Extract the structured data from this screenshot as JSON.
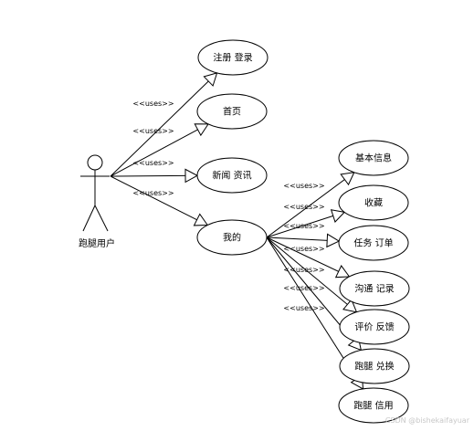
{
  "actor": {
    "label": "跑腿用户"
  },
  "stereotype": "<<uses>>",
  "primary_use_cases": [
    {
      "id": "register_login",
      "label": "注册 登录"
    },
    {
      "id": "home",
      "label": "首页"
    },
    {
      "id": "news",
      "label": "新闻 资讯"
    },
    {
      "id": "mine",
      "label": "我的"
    }
  ],
  "sub_use_cases": [
    {
      "id": "basic_info",
      "label": "基本信息"
    },
    {
      "id": "favorites",
      "label": "收藏"
    },
    {
      "id": "task_orders",
      "label": "任务 订单"
    },
    {
      "id": "chat_records",
      "label": "沟通 记录"
    },
    {
      "id": "feedback",
      "label": "评价 反馈"
    },
    {
      "id": "errand_redeem",
      "label": "跑腿 兑换"
    },
    {
      "id": "errand_credit",
      "label": "跑腿 信用"
    }
  ],
  "watermark": "CSDN @bishekaifayuar",
  "colors": {
    "stroke": "#000000",
    "fill": "#ffffff",
    "watermark": "#c8c8c8"
  }
}
